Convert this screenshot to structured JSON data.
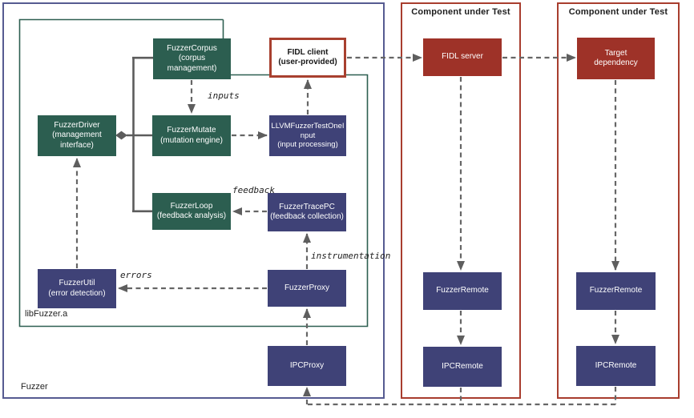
{
  "containers": {
    "fuzzer": {
      "label": "Fuzzer"
    },
    "libfuzzer": {
      "label": "libFuzzer.a"
    },
    "cut_middle": {
      "label": "Component under Test"
    },
    "cut_right": {
      "label": "Component under Test"
    }
  },
  "nodes": {
    "fuzzer_corpus": {
      "label": "FuzzerCorpus",
      "sublabel": "(corpus management)",
      "type": "green"
    },
    "fidl_client": {
      "label": "FIDL client",
      "sublabel": "(user-provided)",
      "type": "outline"
    },
    "fuzzer_driver": {
      "label": "FuzzerDriver",
      "sublabel": "(management interface)",
      "type": "green"
    },
    "fuzzer_mutate": {
      "label": "FuzzerMutate",
      "sublabel": "(mutation engine)",
      "type": "green"
    },
    "llvm_fuzzer_test_one_input": {
      "label": "LLVMFuzzerTestOneInput",
      "sublabel": "(input processing)",
      "type": "purple"
    },
    "fuzzer_loop": {
      "label": "FuzzerLoop",
      "sublabel": "(feedback analysis)",
      "type": "green"
    },
    "fuzzer_trace_pc": {
      "label": "FuzzerTracePC",
      "sublabel": "(feedback collection)",
      "type": "purple"
    },
    "fuzzer_util": {
      "label": "FuzzerUtil",
      "sublabel": "(error detection)",
      "type": "purple"
    },
    "fuzzer_proxy": {
      "label": "FuzzerProxy",
      "type": "purple"
    },
    "ipc_proxy": {
      "label": "IPCProxy",
      "type": "purple"
    },
    "fidl_server": {
      "label": "FIDL server",
      "type": "red"
    },
    "fuzzer_remote_mid": {
      "label": "FuzzerRemote",
      "type": "purple"
    },
    "ipc_remote_mid": {
      "label": "IPCRemote",
      "type": "purple"
    },
    "target_dependency": {
      "label": "Target dependency",
      "type": "red"
    },
    "fuzzer_remote_right": {
      "label": "FuzzerRemote",
      "type": "purple"
    },
    "ipc_remote_right": {
      "label": "IPCRemote",
      "type": "purple"
    }
  },
  "edge_labels": {
    "inputs": "inputs",
    "feedback": "feedback",
    "instrumentation": "instrumentation",
    "errors": "errors"
  },
  "colors": {
    "node_green": "#2c5e50",
    "node_purple": "#3f4277",
    "node_red": "#9e3228",
    "client_border": "#a8402f",
    "container_red": "#a83d2e",
    "container_blue": "#565b91",
    "container_green": "#2d5f51",
    "dashed_arrow_gray": "#666666",
    "solid_line_gray": "#5c5c5c",
    "node_text": "#ffffff",
    "label_text": "#222222"
  }
}
